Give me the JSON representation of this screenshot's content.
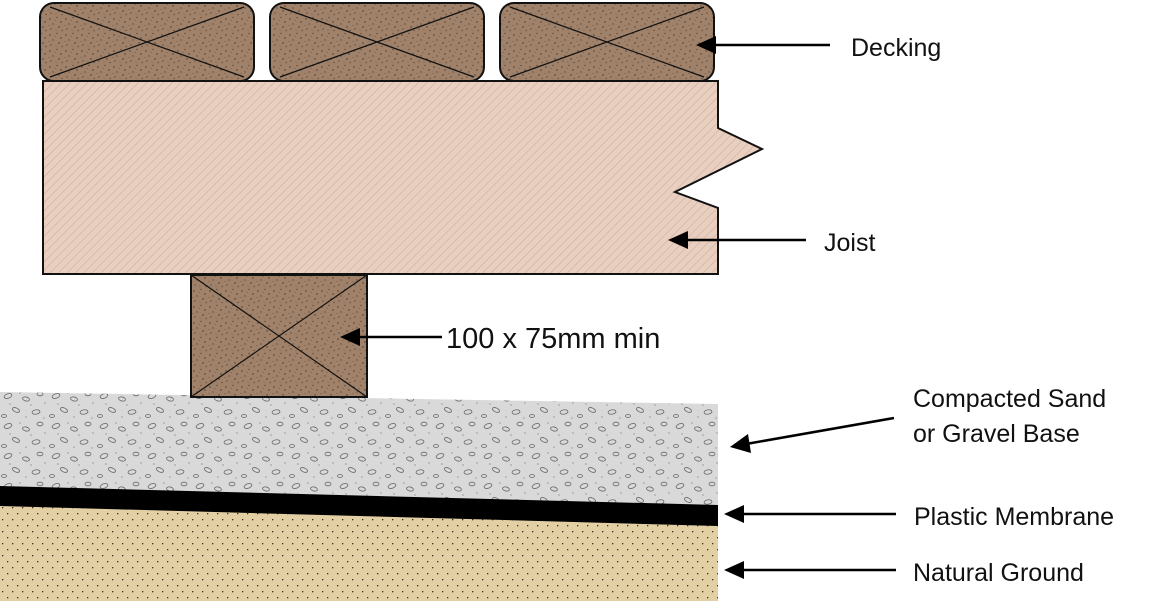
{
  "labels": {
    "decking": "Decking",
    "joist": "Joist",
    "post_size": "100 x 75mm min",
    "base_line1": "Compacted Sand",
    "base_line2": "or Gravel Base",
    "membrane": "Plastic Membrane",
    "ground": "Natural Ground"
  },
  "colors": {
    "timber_end_grain": "#a0826a",
    "joist": "#e8cfc0",
    "gravel": "#d9d9d9",
    "membrane": "#000000",
    "ground": "#e2cfa4",
    "outline": "#111111"
  }
}
